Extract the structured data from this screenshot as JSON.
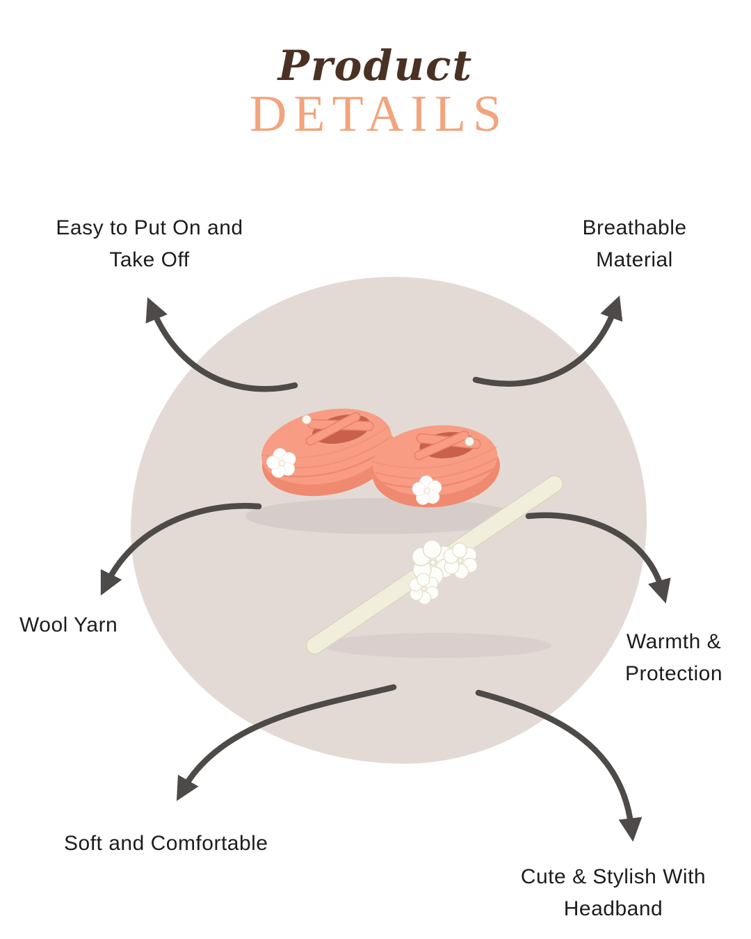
{
  "header": {
    "title_script": "Product",
    "title_caps": "DETAILS"
  },
  "features": [
    {
      "position": "top-left",
      "label": "Easy to Put On and Take Off"
    },
    {
      "position": "top-right",
      "label": "Breathable Material"
    },
    {
      "position": "mid-left",
      "label": "Wool Yarn"
    },
    {
      "position": "mid-right",
      "label": "Warmth & Protection"
    },
    {
      "position": "bottom-left",
      "label": "Soft and Comfortable"
    },
    {
      "position": "bottom-right",
      "label": "Cute & Stylish With Headband"
    }
  ],
  "product": {
    "items": [
      "crochet-baby-booties-pair",
      "flower-headband"
    ]
  },
  "colors": {
    "background": "#ffffff",
    "title_script": "#4a3124",
    "title_caps": "#f2a47c",
    "blob": "#e3dad6",
    "arrow": "#4e4a47",
    "label_text": "#1c1c1c",
    "bootie": "#f89c83",
    "bootie_shade": "#ef8a70",
    "bootie_opening": "#c96049",
    "headband": "#f2eedc",
    "flower": "#fdfdf9"
  }
}
